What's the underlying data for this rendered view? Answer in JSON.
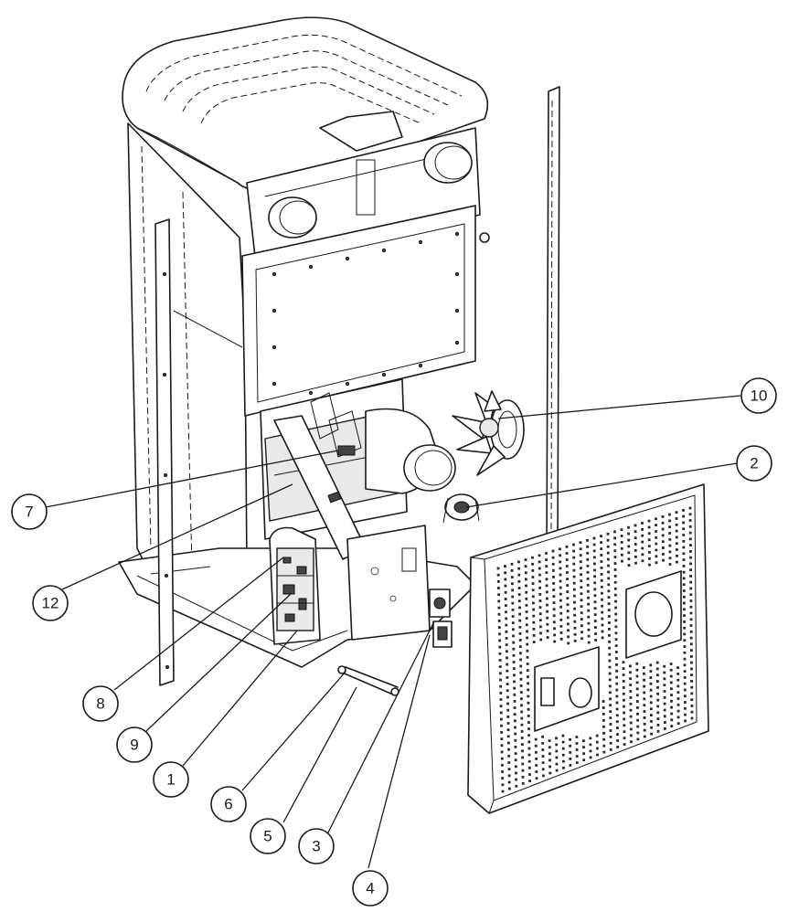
{
  "callouts": [
    {
      "id": "c10",
      "label": "10"
    },
    {
      "id": "c2",
      "label": "2"
    },
    {
      "id": "c7",
      "label": "7"
    },
    {
      "id": "c12",
      "label": "12"
    },
    {
      "id": "c8",
      "label": "8"
    },
    {
      "id": "c9",
      "label": "9"
    },
    {
      "id": "c1",
      "label": "1"
    },
    {
      "id": "c6",
      "label": "6"
    },
    {
      "id": "c5",
      "label": "5"
    },
    {
      "id": "c3",
      "label": "3"
    },
    {
      "id": "c4",
      "label": "4"
    }
  ]
}
